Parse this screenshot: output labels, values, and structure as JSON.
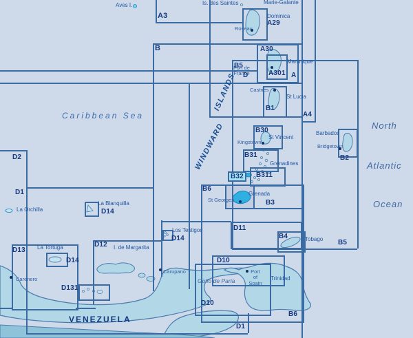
{
  "colors": {
    "sea": "#ced9ea",
    "land": "#b2d7e7",
    "land_stroke": "#4a7cae",
    "south_band": "#8fc3da",
    "chart_line": "#3a6ba3",
    "code_text": "#16397f",
    "place_text": "#2458a0",
    "sea_text": "#41699f",
    "bright_island": "#2fb0e0",
    "highlight_bg": "#a7e2f4",
    "selection_fill": "#c2cde1"
  },
  "sea": {
    "caribbean": "Caribbean Sea",
    "north": "North",
    "atlantic": "Atlantic",
    "ocean": "Ocean",
    "windward": "WINDWARD",
    "islands": "ISLANDS",
    "golfo_de_paria": "Golfo de Paria"
  },
  "charts": {
    "a": "A",
    "a3": "A3",
    "a4": "A4",
    "a29": "A29",
    "a30": "A30",
    "a301": "A301",
    "b": "B",
    "b1": "B1",
    "b2": "B2",
    "b3": "B3",
    "b4": "B4",
    "b5": "B5",
    "b6": "B6",
    "b30": "B30",
    "b31": "B31",
    "b311": "B311",
    "b32": "B32",
    "d": "D",
    "d1": "D1",
    "d2": "D2",
    "d10": "D10",
    "d11": "D11",
    "d12": "D12",
    "d13": "D13",
    "d131": "D131",
    "d14": "D14"
  },
  "places": {
    "aves": "Aves I.",
    "saintes": "Is. des Saintes",
    "marie_galante": "Marie-Galante",
    "dominica": "Dominica",
    "martinique": "Martinique",
    "st_lucia": "St Lucia",
    "st_vincent": "St Vincent",
    "grenadines": "Grenadines",
    "barbados": "Barbados",
    "grenada": "Grenada",
    "la_orchilla": "La Orchilla",
    "la_blanquilla": "La Blanquilla",
    "los_testigos": "Los Testigos",
    "margarita": "I. de Margarita",
    "la_tortuga": "La Tortuga",
    "tobago": "Tobago",
    "trinidad": "Trinidad",
    "venezuela": "VENEZUELA"
  },
  "towns": {
    "roseau": "Roseau",
    "fort_de_france": "Fort de\nFrance",
    "castries": "Castries",
    "kingstown": "Kingstown",
    "bridgetown": "Bridgetown",
    "st_georges": "St Georges",
    "carenero": "Carenero",
    "carupano": "Carupano",
    "port_of_spain": "Port\nof\nSpain"
  }
}
